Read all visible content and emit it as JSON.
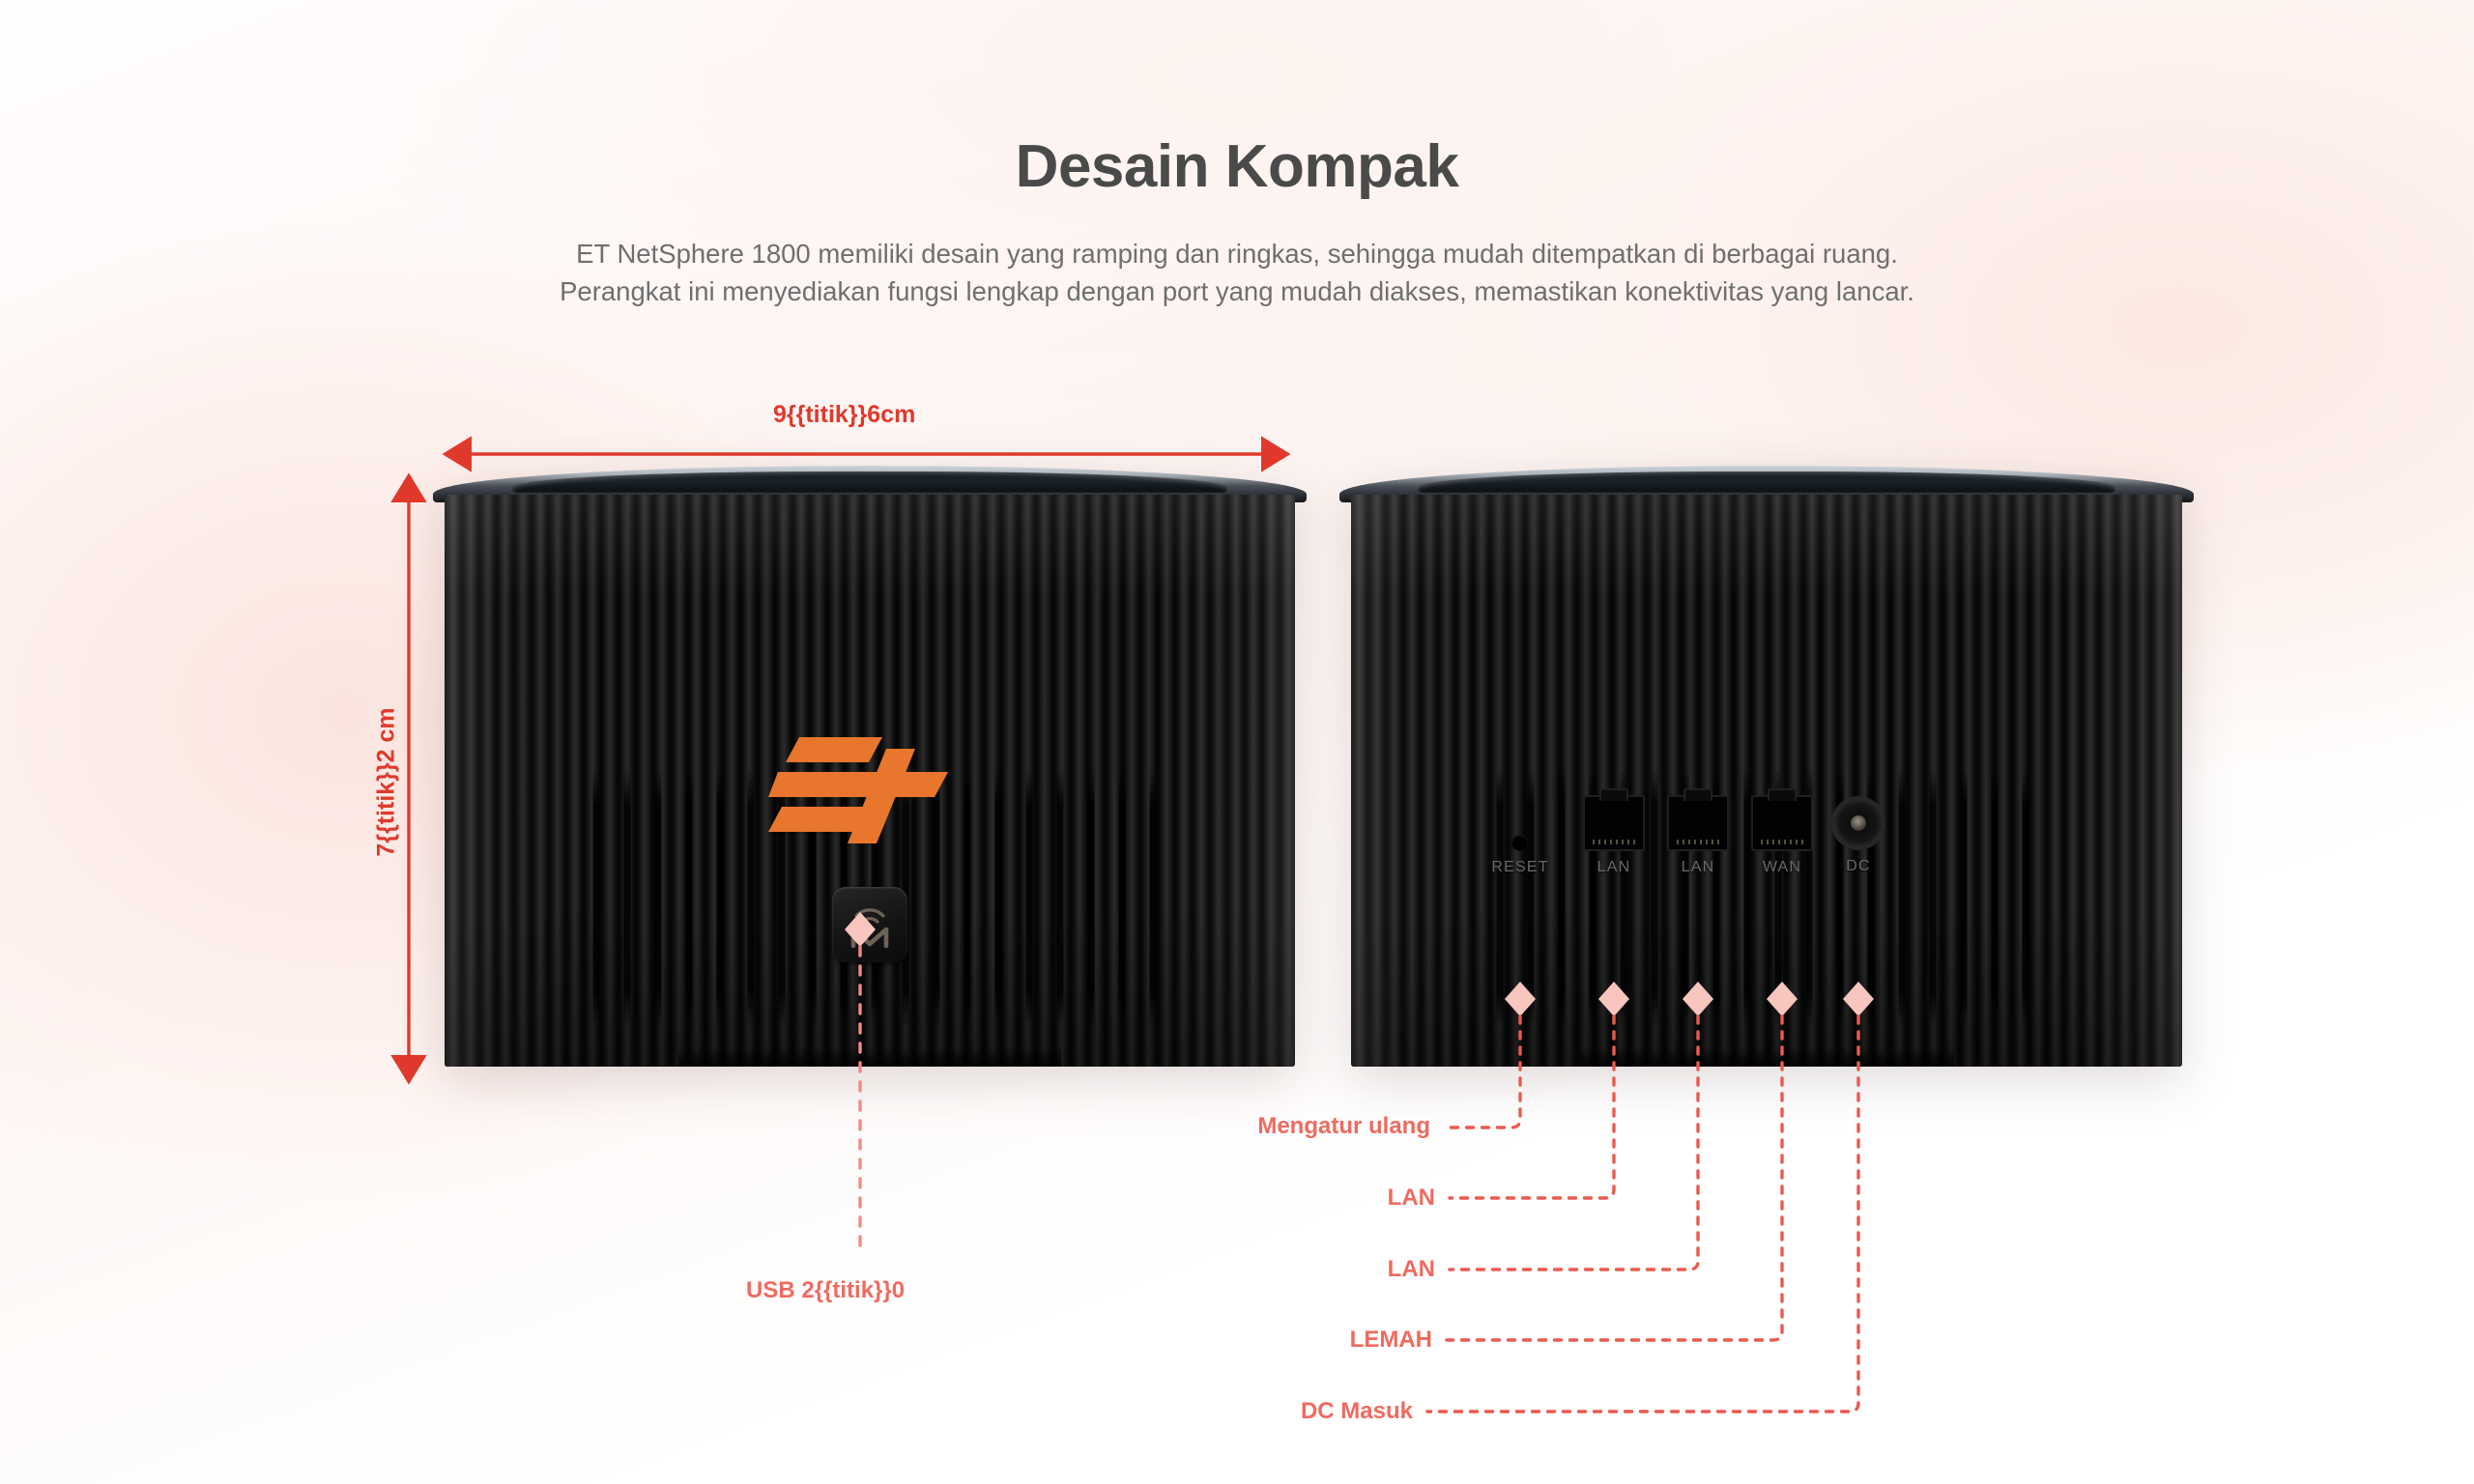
{
  "page": {
    "title": "Desain Kompak",
    "subtitle": "ET NetSphere 1800 memiliki desain yang ramping dan ringkas, sehingga mudah ditempatkan di berbagai ruang. Perangkat ini menyediakan fungsi lengkap dengan port yang mudah diakses, memastikan konektivitas yang lancar.",
    "colors": {
      "title": "#4a4a4a",
      "subtitle": "#6f6f6f",
      "dimension_arrow": "#e0392c",
      "callout": "#f06a60",
      "diamond": "#f9c5bf",
      "logo_orange": "#e8762c",
      "device_body": "#161616",
      "background": "#fdf2ee"
    }
  },
  "dimensions": {
    "width_label": "9{{titik}}6cm",
    "height_label": "7{{titik}}2 cm"
  },
  "front_device": {
    "brand_logo": "et-logo",
    "mesh_badge_icon": "mesh-wifi-m-icon",
    "callout": {
      "label": "USB 2{{titik}}0"
    }
  },
  "back_device": {
    "ports": [
      {
        "id": "reset",
        "port_label": "RESET",
        "icon": "reset-pinhole-icon",
        "callout": "Mengatur ulang"
      },
      {
        "id": "lan1",
        "port_label": "LAN",
        "icon": "rj45-icon",
        "callout": "LAN"
      },
      {
        "id": "lan2",
        "port_label": "LAN",
        "icon": "rj45-icon",
        "callout": "LAN"
      },
      {
        "id": "wan",
        "port_label": "WAN",
        "icon": "rj45-icon",
        "callout": "LEMAH"
      },
      {
        "id": "dc",
        "port_label": "DC",
        "icon": "dc-jack-icon",
        "callout": "DC Masuk"
      }
    ]
  }
}
